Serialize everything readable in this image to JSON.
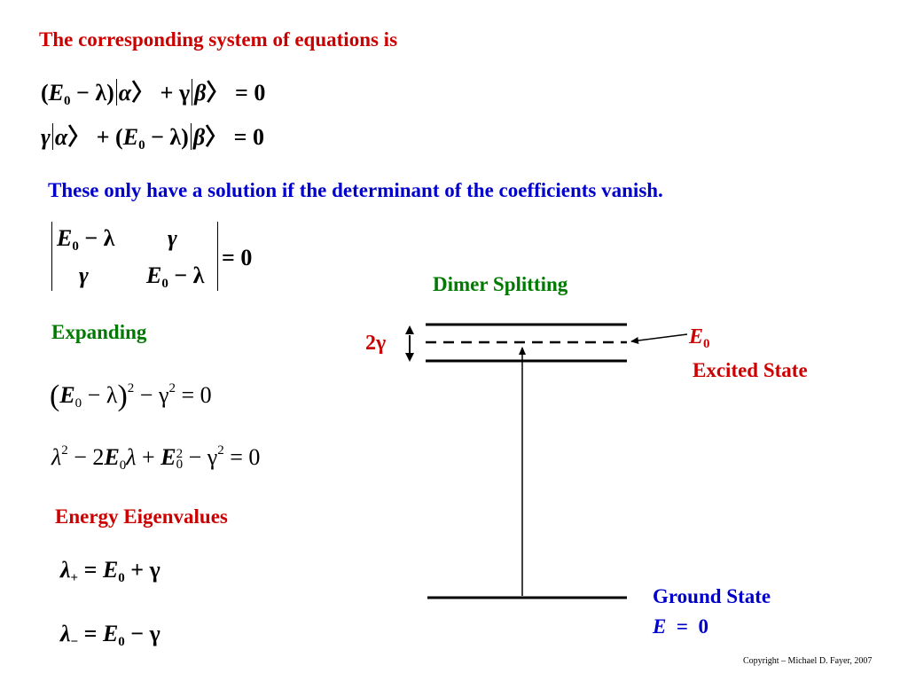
{
  "heading_system": "The corresponding system of equations is",
  "equations": {
    "eq1": {
      "open": "(",
      "E": "E",
      "sub0": "0",
      "minus_lambda": " − λ)",
      "bar1": "",
      "alpha": "α",
      "rangle1": "〉",
      "plus_gamma": " + γ",
      "beta": "β",
      "rangle2": "〉",
      "equals": " = 0"
    },
    "eq2": {
      "gamma": "γ",
      "alpha": "α",
      "rangle1": "〉",
      "plus_open": " + (",
      "E": "E",
      "sub0": "0",
      "minus_lambda": " − λ)",
      "beta": "β",
      "rangle2": "〉",
      "equals": " = 0"
    }
  },
  "heading_determinant": "These only have a solution if the determinant of the coefficients vanish.",
  "determinant": {
    "a11_E": "E",
    "a11_sub": "0",
    "a11_rest": " − λ",
    "a12": "γ",
    "a21": "γ",
    "a22_E": "E",
    "a22_sub": "0",
    "a22_rest": " − λ",
    "equals": "= 0"
  },
  "heading_expanding": "Expanding",
  "expand1": {
    "lparen": "(",
    "E": "E",
    "sub0": "0",
    "minus_lambda": " − λ",
    "rparen": ")",
    "sq1": "2",
    "minus_gamma": " − γ",
    "sq2": "2",
    "equals": " = 0"
  },
  "expand2": {
    "lambda": "λ",
    "sq1": "2",
    "minus_two": " − 2",
    "E": "E",
    "sub0": "0",
    "lambda2": "λ",
    "plus": " + ",
    "E2": "E",
    "sup2": "2",
    "sub2": "0",
    "minus_gamma": " − γ",
    "sq3": "2",
    "equals": " = 0"
  },
  "heading_eigen": "Energy Eigenvalues",
  "eigen_plus": {
    "lambda": "λ",
    "sub": "+",
    "equals": " = ",
    "E": "E",
    "sub0": "0",
    "rest": " + γ"
  },
  "eigen_minus": {
    "lambda": "λ",
    "sub": "−",
    "equals": " = ",
    "E": "E",
    "sub0": "0",
    "rest": " − γ"
  },
  "diagram": {
    "title": "Dimer Splitting",
    "splitting_label": "2γ",
    "e0_label_E": "E",
    "e0_label_sub": "0",
    "excited_label": "Excited State",
    "ground_label": "Ground State",
    "ground_energy_E": "E",
    "ground_energy_rest": "  =  0"
  },
  "copyright": "Copyright – Michael D. Fayer, 2007",
  "colors": {
    "red": "#cc0000",
    "blue": "#0000cc",
    "green": "#007a00"
  }
}
